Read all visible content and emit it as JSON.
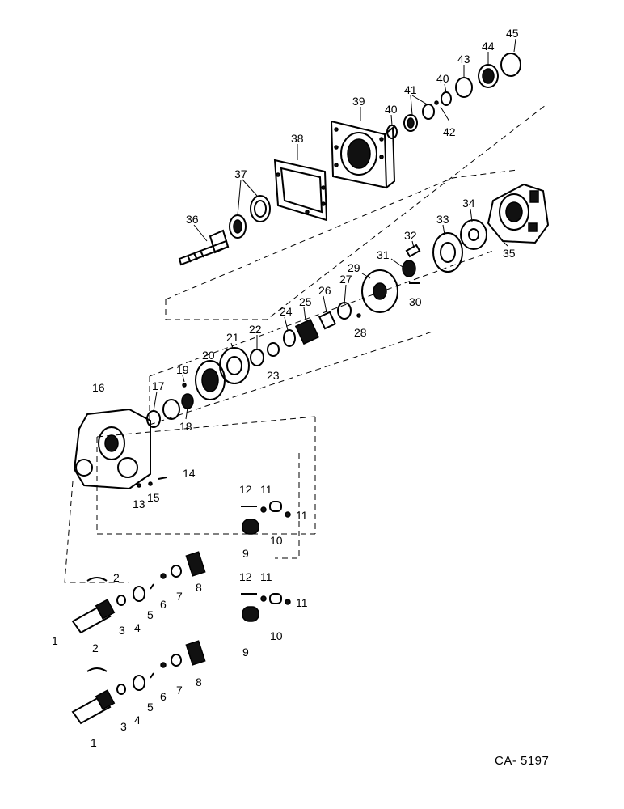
{
  "drawing": {
    "code": "CA- 5197",
    "callouts": [
      "1",
      "1",
      "2",
      "2",
      "3",
      "3",
      "4",
      "4",
      "5",
      "5",
      "6",
      "6",
      "7",
      "7",
      "8",
      "8",
      "9",
      "9",
      "10",
      "10",
      "11",
      "11",
      "11",
      "11",
      "12",
      "12",
      "13",
      "14",
      "15",
      "16",
      "17",
      "18",
      "19",
      "20",
      "21",
      "22",
      "23",
      "24",
      "25",
      "26",
      "27",
      "28",
      "29",
      "30",
      "31",
      "32",
      "33",
      "34",
      "35",
      "36",
      "37",
      "38",
      "39",
      "40",
      "40",
      "41",
      "42",
      "43",
      "44",
      "45"
    ]
  }
}
